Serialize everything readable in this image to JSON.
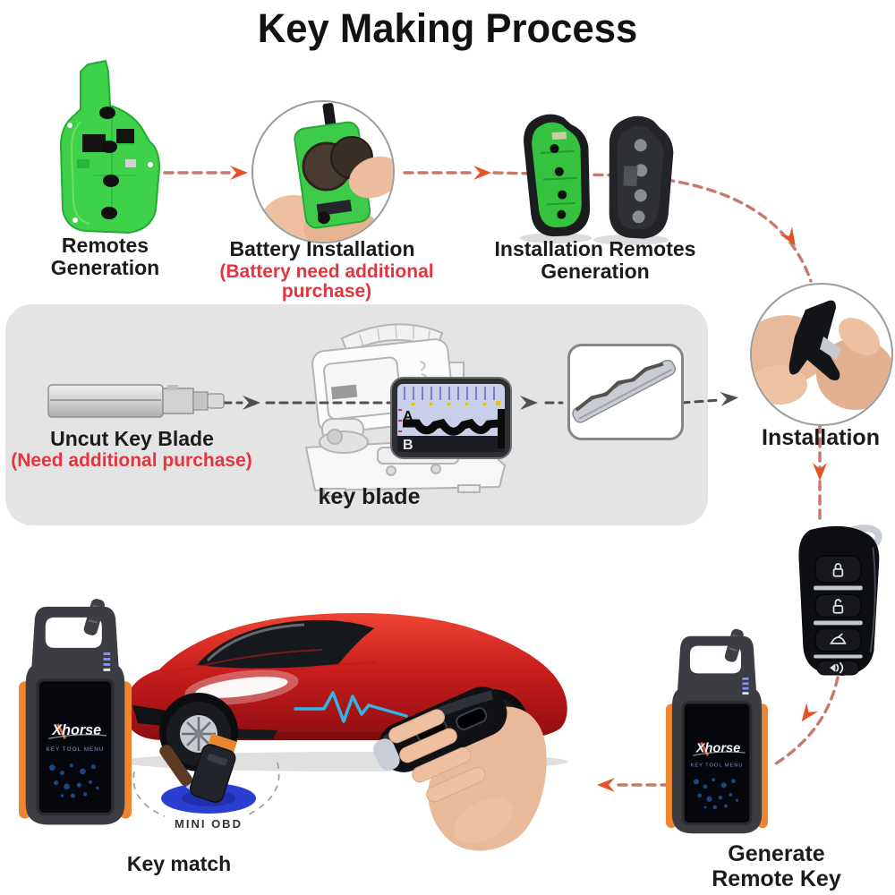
{
  "title": "Key Making Process",
  "steps": {
    "remotes_generation": {
      "line1": "Remotes",
      "line2": "Generation"
    },
    "battery_installation": {
      "label": "Battery Installation",
      "note": "(Battery need additional purchase)"
    },
    "installation_remotes_generation": {
      "line1": "Installation Remotes",
      "line2": "Generation"
    },
    "uncut_key_blade": {
      "label": "Uncut Key Blade",
      "note": "(Need additional purchase)"
    },
    "key_blade": {
      "label": "key blade"
    },
    "installation": {
      "label": "Installation"
    },
    "generate_remote_key": {
      "line1": "Generate",
      "line2": "Remote Key"
    },
    "key_match": {
      "label": "Key match"
    }
  },
  "device_screen": {
    "brand": "Xhorse",
    "menu": "KEY TOOL MENU"
  },
  "mini_obd": {
    "label": "MINI OBD"
  },
  "bitting_panel": {
    "row_a": "A",
    "row_b": "B"
  },
  "fob_buttons": [
    "lock",
    "unlock",
    "trunk",
    "panic"
  ],
  "colors": {
    "arrow_dash_orange": "#c7796c",
    "arrow_head_orange": "#e55324",
    "arrow_dash_gray": "#4f4f4f",
    "band_background": "#e4e4e4",
    "note_red": "#e23540",
    "label_text": "#1b1b1b",
    "pcb_green": "#3ed24b",
    "signal_blue": "#30b6e6",
    "obd_pad_blue": "#2a3ed2",
    "device_accent_orange": "#ee8530"
  }
}
